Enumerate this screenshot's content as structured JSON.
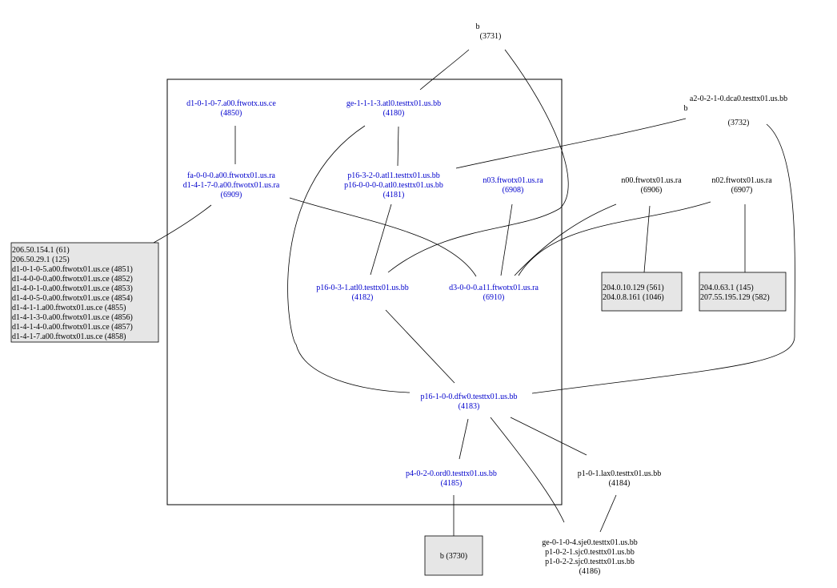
{
  "nodes": {
    "b_top": {
      "lines": [
        "b",
        "(3731)"
      ]
    },
    "a2": {
      "lines": [
        "a2-0-2-1-0.dca0.testtx01.us.bb",
        "b",
        "(3732)"
      ]
    },
    "d1_ce": {
      "lines": [
        "d1-0-1-0-7.a00.ftwotx.us.ce",
        "(4850)"
      ]
    },
    "ge_atl": {
      "lines": [
        "ge-1-1-1-3.atl0.testtx01.us.bb",
        "(4180)"
      ]
    },
    "fa": {
      "lines": [
        "fa-0-0-0.a00.ftwotx01.us.ra",
        "d1-4-1-7-0.a00.ftwotx01.us.ra",
        "(6909)"
      ]
    },
    "p16_atl1": {
      "lines": [
        "p16-3-2-0.atl1.testtx01.us.bb",
        "p16-0-0-0-0.atl0.testtx01.us.bb",
        "(4181)"
      ]
    },
    "n03": {
      "lines": [
        "n03.ftwotx01.us.ra",
        "(6908)"
      ]
    },
    "n00": {
      "lines": [
        "n00.ftwotx01.us.ra",
        "(6906)"
      ]
    },
    "n02": {
      "lines": [
        "n02.ftwotx01.us.ra",
        "(6907)"
      ]
    },
    "p16_03": {
      "lines": [
        "p16-0-3-1.atl0.testtx01.us.bb",
        "(4182)"
      ]
    },
    "d3": {
      "lines": [
        "d3-0-0-0.a11.ftwotx01.us.ra",
        "(6910)"
      ]
    },
    "p16_dfw": {
      "lines": [
        "p16-1-0-0.dfw0.testtx01.us.bb",
        "(4183)"
      ]
    },
    "p4": {
      "lines": [
        "p4-0-2-0.ord0.testtx01.us.bb",
        "(4185)"
      ]
    },
    "p1_lax": {
      "lines": [
        "p1-0-1.lax0.testtx01.us.bb",
        "(4184)"
      ]
    },
    "ge_sjc": {
      "lines": [
        "ge-0-1-0-4.sje0.testtx01.us.bb",
        "p1-0-2-1.sjc0.testtx01.us.bb",
        "p1-0-2-2.sjc0.testtx01.us.bb",
        "(4186)"
      ]
    }
  },
  "boxes": {
    "left_list": [
      "206.50.154.1 (61)",
      "206.50.29.1 (125)",
      "d1-0-1-0-5.a00.ftwotx01.us.ce (4851)",
      "d1-4-0-0-0.a00.ftwotx01.us.ce (4852)",
      "d1-4-0-1-0.a00.ftwotx01.us.ce (4853)",
      "d1-4-0-5-0.a00.ftwotx01.us.ce (4854)",
      "d1-4-1-1.a00.ftwotx01.us.ce (4855)",
      "d1-4-1-3-0.a00.ftwotx01.us.ce (4856)",
      "d1-4-1-4-0.a00.ftwotx01.us.ce (4857)",
      "d1-4-1-7.a00.ftwotx01.us.ce (4858)"
    ],
    "n00_box": [
      "204.0.10.129 (561)",
      "204.0.8.161 (1046)"
    ],
    "n02_box": [
      "204.0.63.1 (145)",
      "207.55.195.129 (582)"
    ],
    "b_box": [
      "b (3730)"
    ]
  },
  "colors": {
    "cluster_node_text": "#0000cc",
    "outside_node_text": "#000000",
    "box_fill": "#e6e6e6"
  }
}
